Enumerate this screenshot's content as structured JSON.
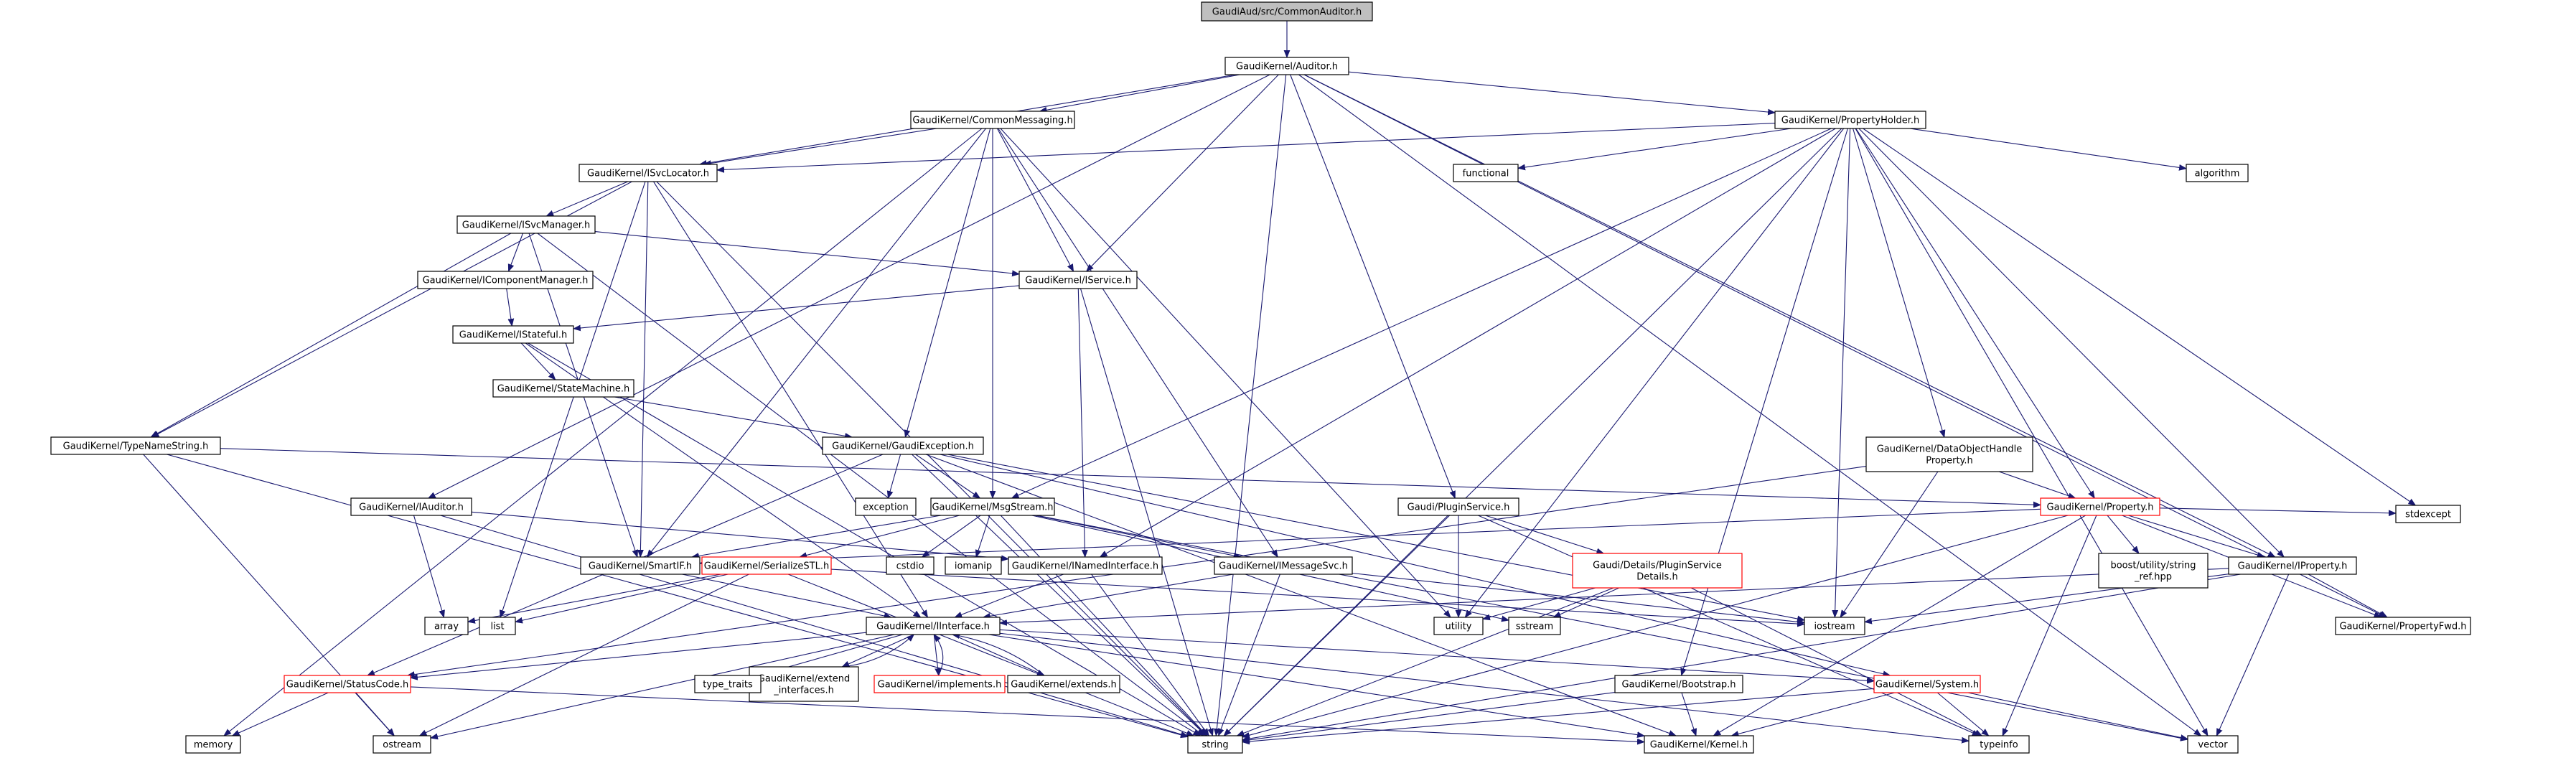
{
  "diagram": {
    "type": "include-dependency-graph",
    "colors": {
      "edge": "#191970",
      "root_fill": "#bfbfbf",
      "partial_border": "#ff0000",
      "system_border": "#bfbfbf",
      "system_text": "#7a7a7a"
    },
    "nodes": [
      {
        "id": "root",
        "label": "GaudiAud/src/CommonAuditor.h",
        "kind": "root"
      },
      {
        "id": "auditor",
        "label": "GaudiKernel/Auditor.h",
        "kind": "header"
      },
      {
        "id": "commonmsg",
        "label": "GaudiKernel/CommonMessaging.h",
        "kind": "header"
      },
      {
        "id": "propholder",
        "label": "GaudiKernel/PropertyHolder.h",
        "kind": "header"
      },
      {
        "id": "isvclocator",
        "label": "GaudiKernel/ISvcLocator.h",
        "kind": "header"
      },
      {
        "id": "isvcmanager",
        "label": "GaudiKernel/ISvcManager.h",
        "kind": "header"
      },
      {
        "id": "icompmgr",
        "label": "GaudiKernel/IComponentManager.h",
        "kind": "header"
      },
      {
        "id": "iservice",
        "label": "GaudiKernel/IService.h",
        "kind": "header"
      },
      {
        "id": "istateful",
        "label": "GaudiKernel/IStateful.h",
        "kind": "header"
      },
      {
        "id": "statemachine",
        "label": "GaudiKernel/StateMachine.h",
        "kind": "header"
      },
      {
        "id": "typenamestring",
        "label": "GaudiKernel/TypeNameString.h",
        "kind": "header"
      },
      {
        "id": "gaudiexception",
        "label": "GaudiKernel/GaudiException.h",
        "kind": "header"
      },
      {
        "id": "iauditor",
        "label": "GaudiKernel/IAuditor.h",
        "kind": "header"
      },
      {
        "id": "msgstream",
        "label": "GaudiKernel/MsgStream.h",
        "kind": "header"
      },
      {
        "id": "pluginservice",
        "label": "Gaudi/PluginService.h",
        "kind": "header"
      },
      {
        "id": "dataobjhandle",
        "label": "GaudiKernel/DataObjectHandle\nProperty.h",
        "kind": "header"
      },
      {
        "id": "property",
        "label": "GaudiKernel/Property.h",
        "kind": "partial"
      },
      {
        "id": "smartif",
        "label": "GaudiKernel/SmartIF.h",
        "kind": "header"
      },
      {
        "id": "serializestl",
        "label": "GaudiKernel/SerializeSTL.h",
        "kind": "partial"
      },
      {
        "id": "inamedif",
        "label": "GaudiKernel/INamedInterface.h",
        "kind": "header"
      },
      {
        "id": "imessagesvc",
        "label": "GaudiKernel/IMessageSvc.h",
        "kind": "header"
      },
      {
        "id": "pluginsvcdetails",
        "label": "Gaudi/Details/PluginService\nDetails.h",
        "kind": "partial"
      },
      {
        "id": "iproperty",
        "label": "GaudiKernel/IProperty.h",
        "kind": "header"
      },
      {
        "id": "propertyfwd",
        "label": "GaudiKernel/PropertyFwd.h",
        "kind": "header"
      },
      {
        "id": "iinterface",
        "label": "GaudiKernel/IInterface.h",
        "kind": "header"
      },
      {
        "id": "statuscode",
        "label": "GaudiKernel/StatusCode.h",
        "kind": "partial"
      },
      {
        "id": "extendif",
        "label": "GaudiKernel/extend\n_interfaces.h",
        "kind": "header"
      },
      {
        "id": "implements",
        "label": "GaudiKernel/implements.h",
        "kind": "partial"
      },
      {
        "id": "extends",
        "label": "GaudiKernel/extends.h",
        "kind": "header"
      },
      {
        "id": "bootstrap",
        "label": "GaudiKernel/Bootstrap.h",
        "kind": "header"
      },
      {
        "id": "system",
        "label": "GaudiKernel/System.h",
        "kind": "partial"
      },
      {
        "id": "kernel",
        "label": "GaudiKernel/Kernel.h",
        "kind": "header"
      },
      {
        "id": "functional",
        "label": "functional",
        "kind": "system"
      },
      {
        "id": "algorithm",
        "label": "algorithm",
        "kind": "system"
      },
      {
        "id": "stdexcept",
        "label": "stdexcept",
        "kind": "system"
      },
      {
        "id": "exception",
        "label": "exception",
        "kind": "system"
      },
      {
        "id": "cstdio",
        "label": "cstdio",
        "kind": "system"
      },
      {
        "id": "iomanip",
        "label": "iomanip",
        "kind": "system"
      },
      {
        "id": "boostref",
        "label": "boost/utility/string\n_ref.hpp",
        "kind": "system"
      },
      {
        "id": "array",
        "label": "array",
        "kind": "system"
      },
      {
        "id": "list",
        "label": "list",
        "kind": "system"
      },
      {
        "id": "utility",
        "label": "utility",
        "kind": "system"
      },
      {
        "id": "sstream",
        "label": "sstream",
        "kind": "system"
      },
      {
        "id": "iostream",
        "label": "iostream",
        "kind": "system"
      },
      {
        "id": "typetraits",
        "label": "type_traits",
        "kind": "system"
      },
      {
        "id": "memory",
        "label": "memory",
        "kind": "system"
      },
      {
        "id": "ostream",
        "label": "ostream",
        "kind": "system"
      },
      {
        "id": "string",
        "label": "string",
        "kind": "system"
      },
      {
        "id": "typeinfo",
        "label": "typeinfo",
        "kind": "system"
      },
      {
        "id": "vector",
        "label": "vector",
        "kind": "system"
      }
    ],
    "edges": [
      [
        "root",
        "auditor"
      ],
      [
        "auditor",
        "commonmsg"
      ],
      [
        "auditor",
        "propholder"
      ],
      [
        "auditor",
        "isvclocator"
      ],
      [
        "auditor",
        "iservice"
      ],
      [
        "auditor",
        "iauditor"
      ],
      [
        "auditor",
        "pluginservice"
      ],
      [
        "auditor",
        "iproperty"
      ],
      [
        "auditor",
        "propertyfwd"
      ],
      [
        "auditor",
        "string"
      ],
      [
        "auditor",
        "vector"
      ],
      [
        "commonmsg",
        "isvclocator"
      ],
      [
        "commonmsg",
        "iservice"
      ],
      [
        "commonmsg",
        "msgstream"
      ],
      [
        "commonmsg",
        "gaudiexception"
      ],
      [
        "commonmsg",
        "imessagesvc"
      ],
      [
        "commonmsg",
        "smartif"
      ],
      [
        "commonmsg",
        "memory"
      ],
      [
        "commonmsg",
        "utility"
      ],
      [
        "propholder",
        "isvclocator"
      ],
      [
        "propholder",
        "msgstream"
      ],
      [
        "propholder",
        "property"
      ],
      [
        "propholder",
        "iproperty"
      ],
      [
        "propholder",
        "dataobjhandle"
      ],
      [
        "propholder",
        "inamedif"
      ],
      [
        "propholder",
        "bootstrap"
      ],
      [
        "propholder",
        "functional"
      ],
      [
        "propholder",
        "algorithm"
      ],
      [
        "propholder",
        "stdexcept"
      ],
      [
        "propholder",
        "iostream"
      ],
      [
        "propholder",
        "utility"
      ],
      [
        "propholder",
        "string"
      ],
      [
        "propholder",
        "vector"
      ],
      [
        "isvclocator",
        "isvcmanager"
      ],
      [
        "isvclocator",
        "typenamestring"
      ],
      [
        "isvclocator",
        "smartif"
      ],
      [
        "isvclocator",
        "iinterface"
      ],
      [
        "isvclocator",
        "list"
      ],
      [
        "isvclocator",
        "string"
      ],
      [
        "isvcmanager",
        "icompmgr"
      ],
      [
        "isvcmanager",
        "iservice"
      ],
      [
        "isvcmanager",
        "typenamestring"
      ],
      [
        "isvcmanager",
        "smartif"
      ],
      [
        "isvcmanager",
        "string"
      ],
      [
        "icompmgr",
        "istateful"
      ],
      [
        "iservice",
        "istateful"
      ],
      [
        "iservice",
        "inamedif"
      ],
      [
        "iservice",
        "string"
      ],
      [
        "istateful",
        "statemachine"
      ],
      [
        "istateful",
        "iinterface"
      ],
      [
        "istateful",
        "string"
      ],
      [
        "statemachine",
        "gaudiexception"
      ],
      [
        "typenamestring",
        "property"
      ],
      [
        "typenamestring",
        "string"
      ],
      [
        "typenamestring",
        "ostream"
      ],
      [
        "gaudiexception",
        "msgstream"
      ],
      [
        "gaudiexception",
        "statuscode"
      ],
      [
        "gaudiexception",
        "system"
      ],
      [
        "gaudiexception",
        "kernel"
      ],
      [
        "gaudiexception",
        "exception"
      ],
      [
        "gaudiexception",
        "iostream"
      ],
      [
        "gaudiexception",
        "string"
      ],
      [
        "iauditor",
        "inamedif"
      ],
      [
        "iauditor",
        "array"
      ],
      [
        "iauditor",
        "string"
      ],
      [
        "msgstream",
        "imessagesvc"
      ],
      [
        "msgstream",
        "serializestl"
      ],
      [
        "msgstream",
        "smartif"
      ],
      [
        "msgstream",
        "cstdio"
      ],
      [
        "msgstream",
        "iomanip"
      ],
      [
        "msgstream",
        "sstream"
      ],
      [
        "msgstream",
        "string"
      ],
      [
        "msgstream",
        "vector"
      ],
      [
        "pluginservice",
        "pluginsvcdetails"
      ],
      [
        "pluginservice",
        "utility"
      ],
      [
        "pluginservice",
        "string"
      ],
      [
        "pluginservice",
        "typeinfo"
      ],
      [
        "dataobjhandle",
        "property"
      ],
      [
        "dataobjhandle",
        "statuscode"
      ],
      [
        "dataobjhandle",
        "iostream"
      ],
      [
        "property",
        "iproperty"
      ],
      [
        "property",
        "propertyfwd"
      ],
      [
        "property",
        "smartif"
      ],
      [
        "property",
        "boostref"
      ],
      [
        "property",
        "stdexcept"
      ],
      [
        "property",
        "typeinfo"
      ],
      [
        "property",
        "string"
      ],
      [
        "property",
        "kernel"
      ],
      [
        "smartif",
        "iinterface"
      ],
      [
        "serializestl",
        "array"
      ],
      [
        "serializestl",
        "list"
      ],
      [
        "serializestl",
        "iostream"
      ],
      [
        "serializestl",
        "ostream"
      ],
      [
        "serializestl",
        "string"
      ],
      [
        "inamedif",
        "iinterface"
      ],
      [
        "inamedif",
        "string"
      ],
      [
        "imessagesvc",
        "iinterface"
      ],
      [
        "imessagesvc",
        "string"
      ],
      [
        "imessagesvc",
        "iostream"
      ],
      [
        "pluginsvcdetails",
        "utility"
      ],
      [
        "pluginsvcdetails",
        "sstream"
      ],
      [
        "pluginsvcdetails",
        "string"
      ],
      [
        "pluginsvcdetails",
        "typeinfo"
      ],
      [
        "iproperty",
        "iinterface"
      ],
      [
        "iproperty",
        "propertyfwd"
      ],
      [
        "iproperty",
        "iostream"
      ],
      [
        "iproperty",
        "string"
      ],
      [
        "iproperty",
        "vector"
      ],
      [
        "iinterface",
        "statuscode"
      ],
      [
        "iinterface",
        "extendif"
      ],
      [
        "iinterface",
        "implements"
      ],
      [
        "iinterface",
        "extends"
      ],
      [
        "iinterface",
        "system"
      ],
      [
        "iinterface",
        "kernel"
      ],
      [
        "iinterface",
        "typetraits"
      ],
      [
        "iinterface",
        "ostream"
      ],
      [
        "iinterface",
        "typeinfo"
      ],
      [
        "extendif",
        "iinterface"
      ],
      [
        "implements",
        "iinterface"
      ],
      [
        "extends",
        "iinterface"
      ],
      [
        "statuscode",
        "memory"
      ],
      [
        "statuscode",
        "ostream"
      ],
      [
        "statuscode",
        "kernel"
      ],
      [
        "bootstrap",
        "kernel"
      ],
      [
        "bootstrap",
        "string"
      ],
      [
        "system",
        "kernel"
      ],
      [
        "system",
        "string"
      ],
      [
        "system",
        "typeinfo"
      ],
      [
        "system",
        "vector"
      ]
    ]
  }
}
